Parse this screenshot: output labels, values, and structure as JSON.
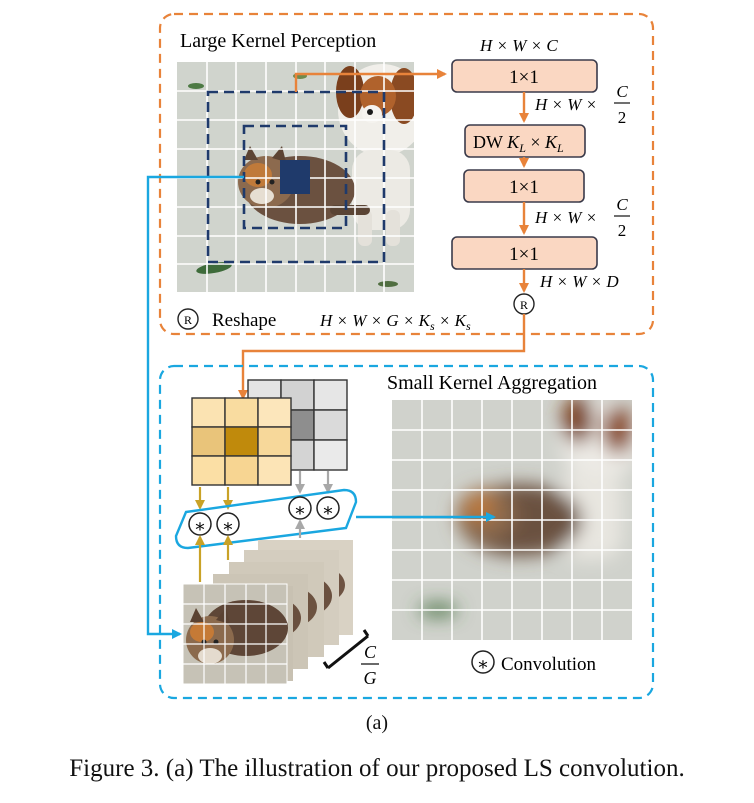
{
  "figure": {
    "caption": "Figure 3. (a) The illustration of our proposed LS convolution.",
    "sub_label": "(a)"
  },
  "lkp": {
    "title": "Large Kernel Perception",
    "shape_in": "H × W × C",
    "conv1": "1×1",
    "shape_c2_a": "H × W ×",
    "dw_prefix": "DW",
    "dw_kernel": "K",
    "dw_sub": "L",
    "dw_times": "×",
    "conv2": "1×1",
    "shape_c2_b": "H × W ×",
    "conv3": "1×1",
    "shape_d": "H × W × D",
    "frac_num": "C",
    "frac_den": "2",
    "reshape_symbol": "R",
    "reshape_label": "Reshape",
    "reshape_shape": "H × W × G × K",
    "reshape_sub1": "s",
    "reshape_times": "× K",
    "reshape_sub2": "s"
  },
  "ska": {
    "title": "Small Kernel Aggregation",
    "conv_symbol": "∗",
    "conv_label": "Convolution",
    "group_num": "C",
    "group_den": "G"
  },
  "colors": {
    "orange": "#E8833A",
    "blue": "#1AA7E0",
    "box_fill": "#FAD7C2",
    "box_stroke": "#3A3A4A",
    "navy": "#1F3A6B",
    "gold": "#C9A227",
    "gray_arrow": "#A8A8A8"
  },
  "icons": {
    "cat_dog_photo": "cat-dog-photo",
    "blurred_photo": "blurred-photo",
    "cat_stack": "cat-feature-stack"
  }
}
